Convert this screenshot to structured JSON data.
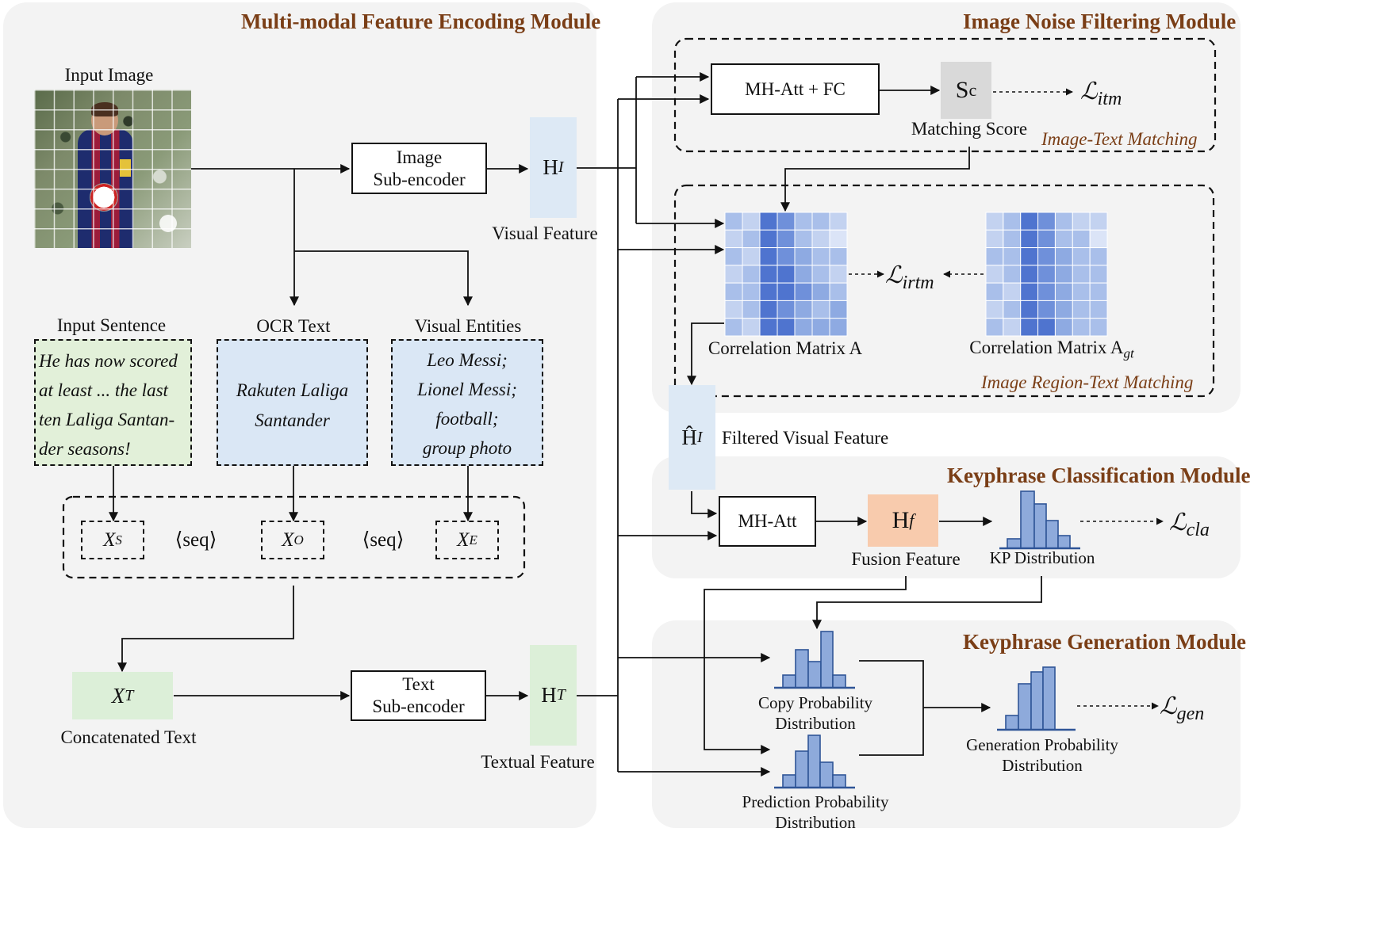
{
  "modules": {
    "encoding": {
      "title": "Multi-modal Feature Encoding Module"
    },
    "noise": {
      "title": "Image Noise  Filtering Module"
    },
    "classification": {
      "title": "Keyphrase Classification Module"
    },
    "generation": {
      "title": "Keyphrase Generation Module"
    }
  },
  "encoding": {
    "input_image_label": "Input Image",
    "image_encoder": "Image Sub-encoder",
    "image_encoder_l1": "Image",
    "image_encoder_l2": "Sub-encoder",
    "visual_feature_symbol": "H",
    "visual_feature_sub": "I",
    "visual_feature_label": "Visual Feature",
    "input_sentence_label": "Input Sentence",
    "input_sentence_lines": [
      "He has now scored",
      "at least ... the last",
      "ten Laliga Santan-",
      "der seasons!"
    ],
    "ocr_label": "OCR Text",
    "ocr_lines": [
      "Rakuten Laliga",
      "Santander"
    ],
    "entities_label": "Visual Entities",
    "entities_lines": [
      "Leo Messi;",
      "Lionel Messi;",
      "football;",
      "group photo"
    ],
    "xs": "X",
    "xs_sub": "S",
    "seq1": "⟨seq⟩",
    "xo": "X",
    "xo_sub": "O",
    "seq2": "⟨seq⟩",
    "xe": "X",
    "xe_sub": "E",
    "xt": "X",
    "xt_sub": "T",
    "concat_label": "Concatenated Text",
    "text_encoder_l1": "Text",
    "text_encoder_l2": "Sub-encoder",
    "textual_feature_symbol": "H",
    "textual_feature_sub": "T",
    "textual_feature_label": "Textual Feature"
  },
  "noise": {
    "mhatt_fc": "MH-Att + FC",
    "sc_symbol": "S",
    "sc_sub": "c",
    "matching_score": "Matching Score",
    "loss_itm": "ℒ",
    "loss_itm_sub": "itm",
    "itm_label": "Image-Text Matching",
    "corr_a": "Correlation Matrix A",
    "corr_agt": "Correlation Matrix A",
    "corr_agt_sub": "gt",
    "loss_irtm": "ℒ",
    "loss_irtm_sub": "irtm",
    "irtm_label": "Image Region-Text Matching",
    "filtered_symbol": "Ĥ",
    "filtered_sub": "I",
    "filtered_label": "Filtered Visual Feature"
  },
  "classification": {
    "mhatt": "MH-Att",
    "hf_symbol": "H",
    "hf_sub": "f",
    "fusion_label": "Fusion Feature",
    "kp_label": "KP Distribution",
    "loss_cla": "ℒ",
    "loss_cla_sub": "cla"
  },
  "generation": {
    "copy_l1": "Copy Probability",
    "copy_l2": "Distribution",
    "pred_l1": "Prediction Probability",
    "pred_l2": "Distribution",
    "gen_l1": "Generation Probability",
    "gen_l2": "Distribution",
    "loss_gen": "ℒ",
    "loss_gen_sub": "gen"
  },
  "colors": {
    "panel": "#f3f3f3",
    "title": "#7a3e16",
    "visual_feature": "#dde9f5",
    "textual_feature": "#dcefd8",
    "sentence_box": "#e2f0d9",
    "ocr_box": "#dae7f5",
    "sc_box": "#d9d9d9",
    "fusion_box": "#f8cbad",
    "bar_fill": "#8eaadb",
    "bar_stroke": "#2f5597"
  }
}
